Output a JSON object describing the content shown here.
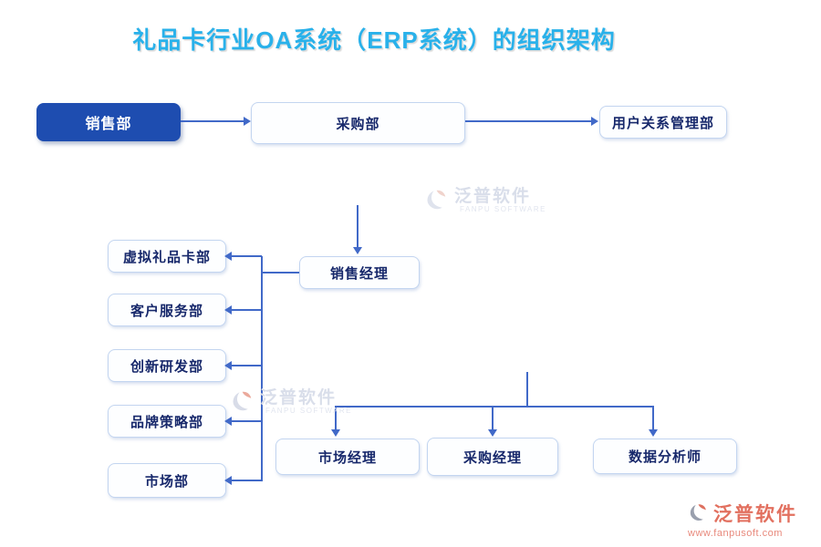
{
  "title": "礼品卡行业OA系统（ERP系统）的组织架构",
  "colors": {
    "title": "#29b1ea",
    "primary_node_bg": "#1e4db0",
    "node_border": "#c3d5f0",
    "node_text": "#17286b",
    "connector": "#4169c8",
    "watermark_light": "#d9deea",
    "watermark_brand": "#e2705f"
  },
  "nodes": {
    "sales_dept": {
      "label": "销售部",
      "emphasis": true
    },
    "purchase_dept": {
      "label": "采购部",
      "emphasis": false
    },
    "user_relation_dept": {
      "label": "用户关系管理部",
      "emphasis": false
    },
    "sales_manager": {
      "label": "销售经理",
      "emphasis": false
    },
    "virtual_gift_card_dept": {
      "label": "虚拟礼品卡部",
      "emphasis": false
    },
    "customer_service_dept": {
      "label": "客户服务部",
      "emphasis": false
    },
    "innovation_rd_dept": {
      "label": "创新研发部",
      "emphasis": false
    },
    "brand_strategy_dept": {
      "label": "品牌策略部",
      "emphasis": false
    },
    "market_dept": {
      "label": "市场部",
      "emphasis": false
    },
    "market_manager": {
      "label": "市场经理",
      "emphasis": false
    },
    "purchase_manager": {
      "label": "采购经理",
      "emphasis": false
    },
    "data_analyst": {
      "label": "数据分析师",
      "emphasis": false
    }
  },
  "edges": [
    {
      "from": "sales_dept",
      "to": "purchase_dept"
    },
    {
      "from": "purchase_dept",
      "to": "user_relation_dept"
    },
    {
      "from": "",
      "to": "sales_manager"
    },
    {
      "from": "sales_manager",
      "to": "virtual_gift_card_dept"
    },
    {
      "from": "sales_manager",
      "to": "customer_service_dept"
    },
    {
      "from": "sales_manager",
      "to": "innovation_rd_dept"
    },
    {
      "from": "sales_manager",
      "to": "brand_strategy_dept"
    },
    {
      "from": "sales_manager",
      "to": "market_dept"
    },
    {
      "from": "",
      "to": "market_manager"
    },
    {
      "from": "",
      "to": "purchase_manager"
    },
    {
      "from": "",
      "to": "data_analyst"
    }
  ],
  "watermark": {
    "brand": "泛普软件",
    "brand_en": "FANPU SOFTWARE",
    "url": "www.fanpusoft.com"
  }
}
